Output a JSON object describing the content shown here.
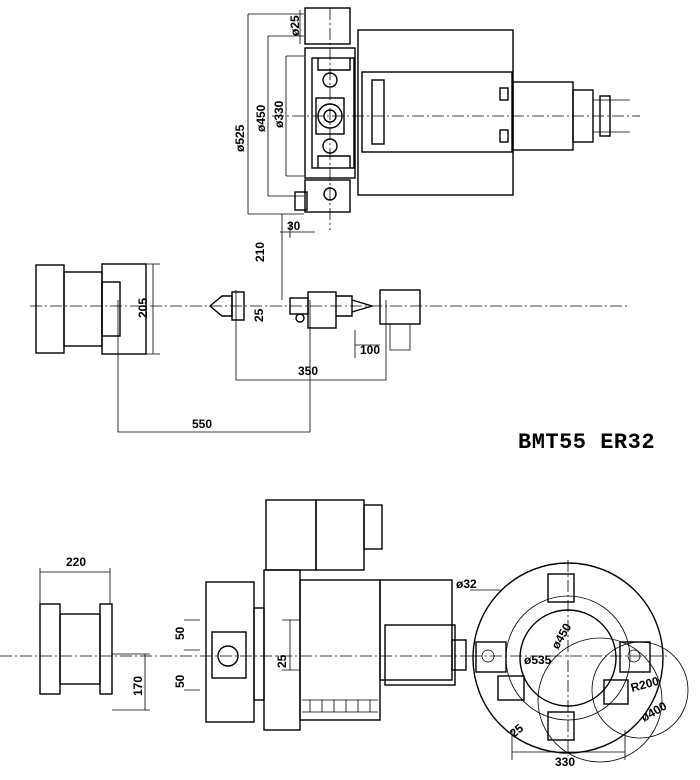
{
  "title": "BMT55 ER32",
  "top_view": {
    "dims": {
      "d25_top": "ø25",
      "d525": "ø525",
      "d450": "ø450",
      "d330": "ø330",
      "h30": "30",
      "v210": "210",
      "v205": "205",
      "v25": "25",
      "h100": "100",
      "h350": "350",
      "h550": "550"
    }
  },
  "bottom_view": {
    "dims": {
      "h220": "220",
      "v170": "170",
      "v50a": "50",
      "v50b": "50",
      "v25": "25",
      "d32": "ø32",
      "d450": "ø450",
      "d535": "ø535",
      "r200": "R200",
      "d400": "ø400",
      "a25": "25",
      "h330": "330"
    }
  }
}
